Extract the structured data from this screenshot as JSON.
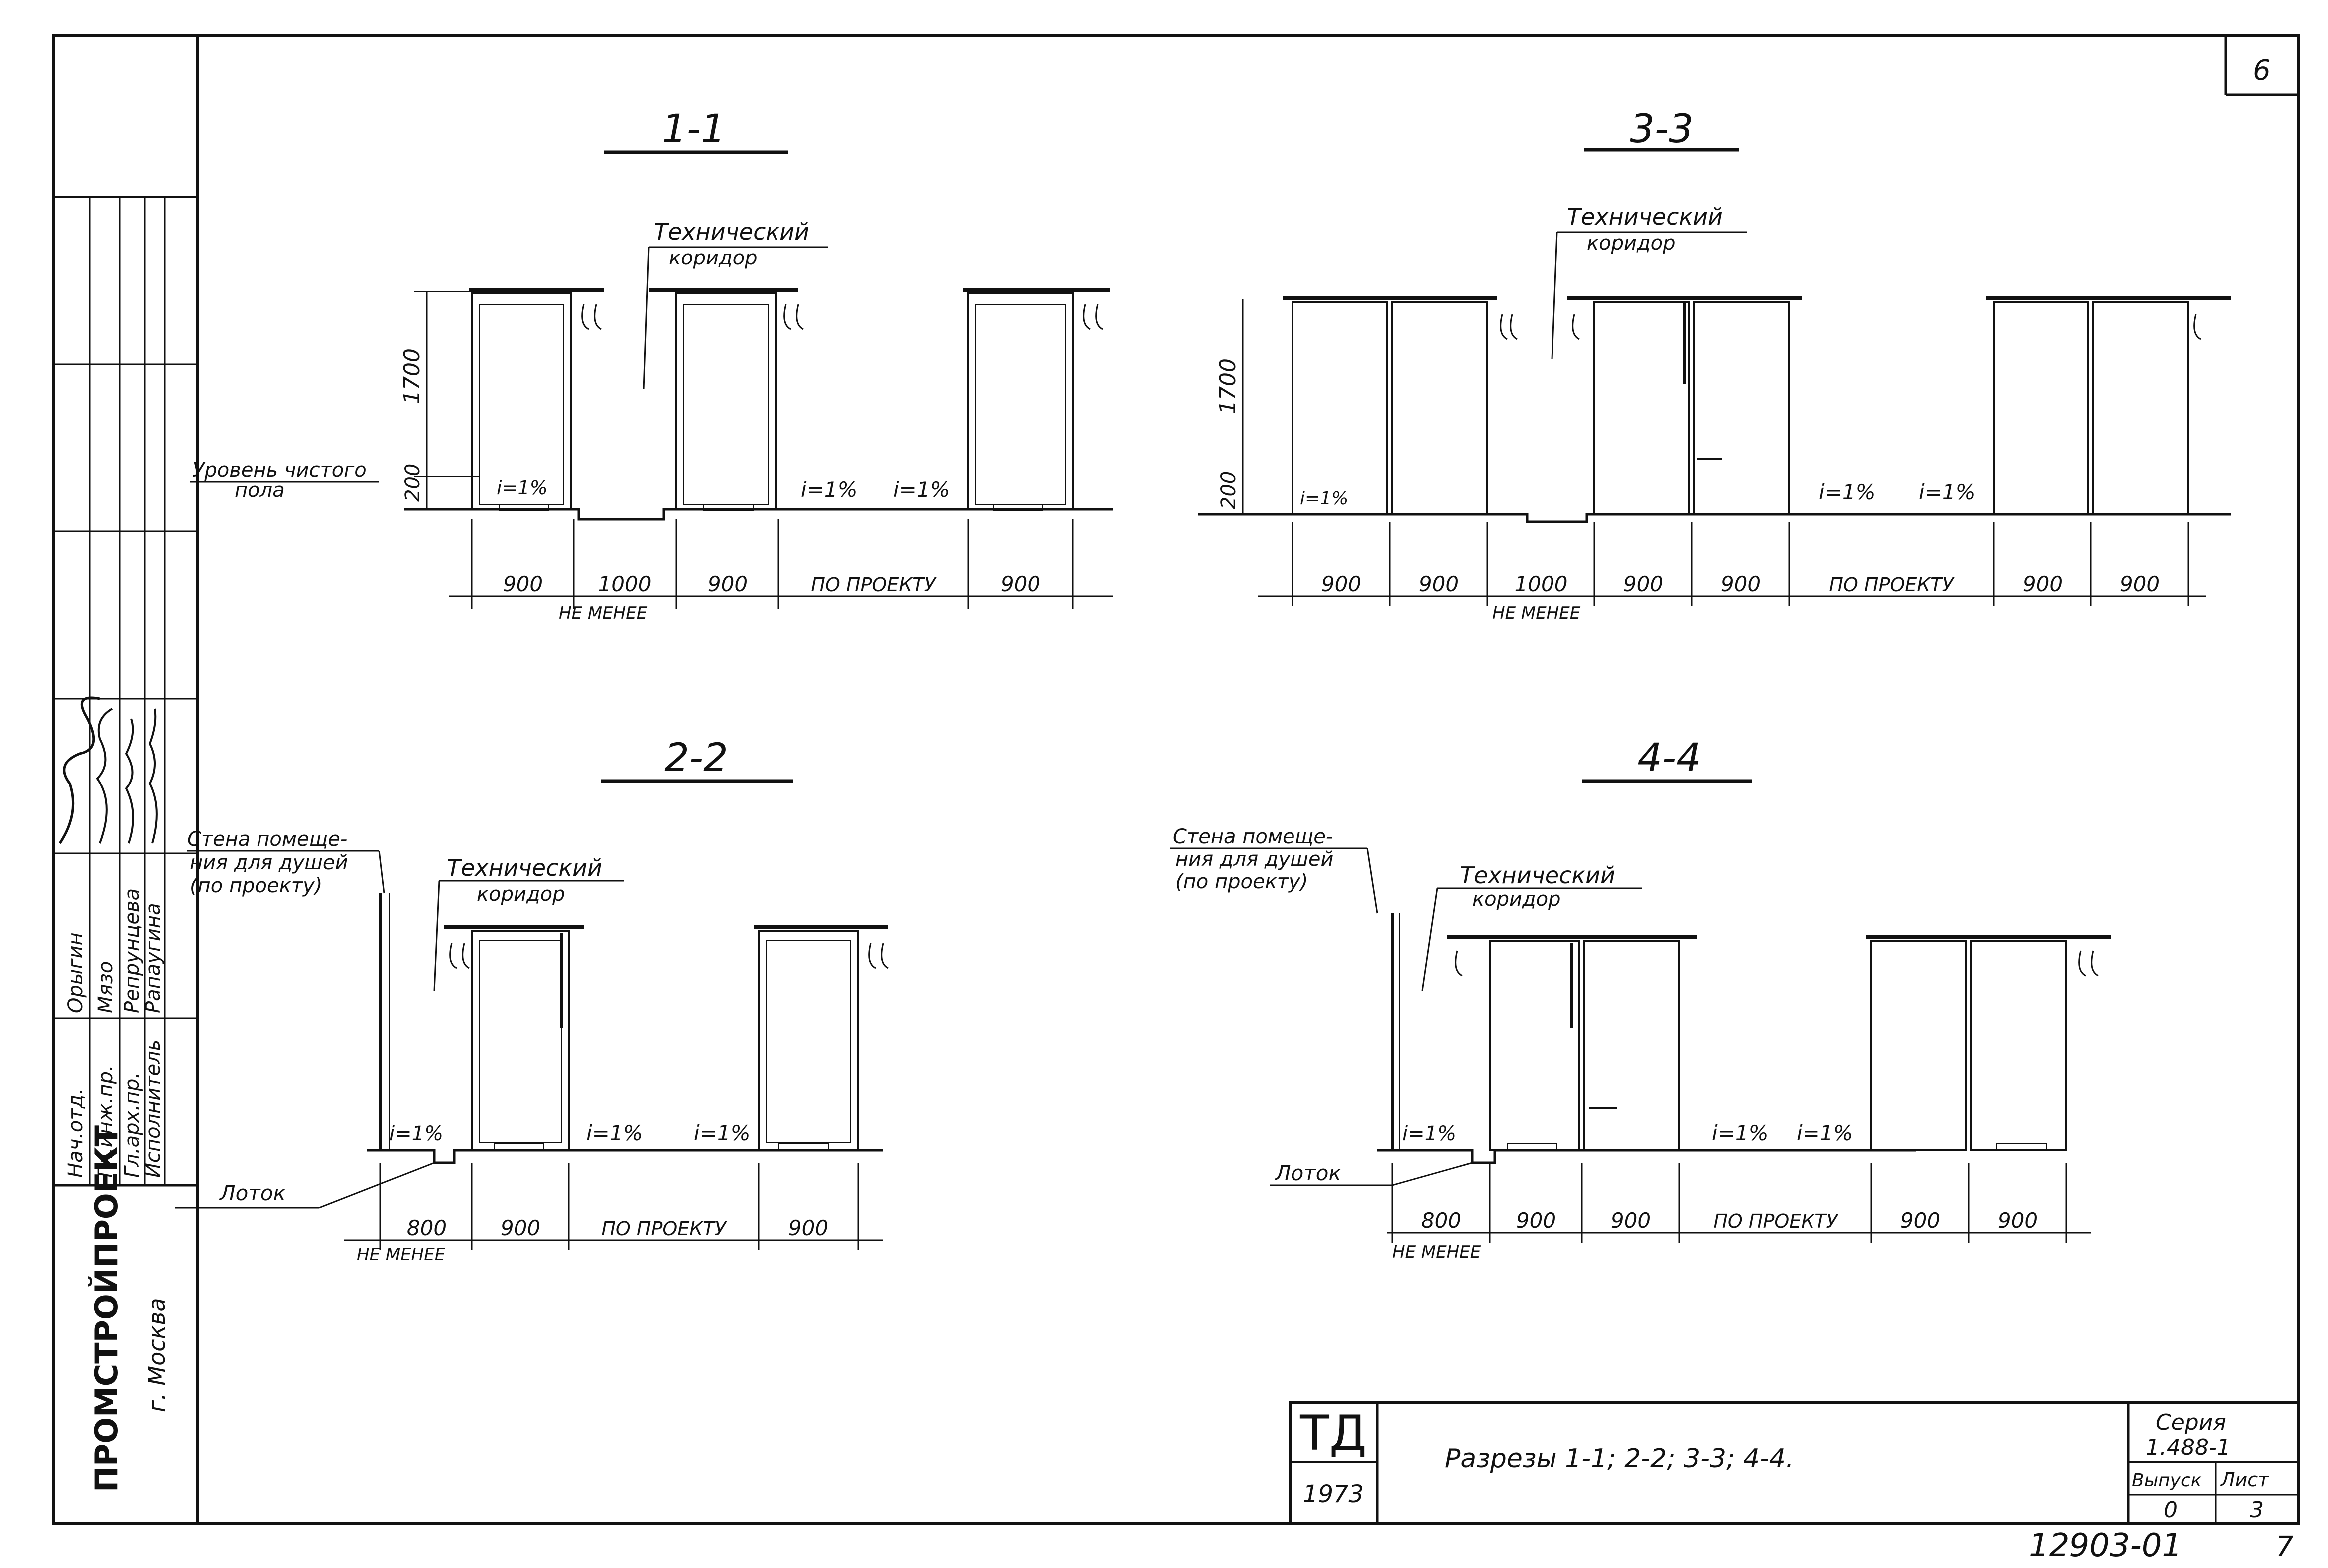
{
  "sheet_number": "6",
  "sections": {
    "s11": {
      "title": "1-1",
      "corridor": [
        "Технический",
        "коридор"
      ],
      "floor_label": [
        "Уровень чистого",
        "пола"
      ],
      "heights": [
        "1700",
        "200"
      ],
      "slopes": [
        "i=1%",
        "i=1%",
        "i=1%"
      ],
      "dims": [
        "900",
        "1000",
        "900",
        "ПО ПРОЕКТУ",
        "900"
      ],
      "not_less": "НЕ МЕНЕЕ"
    },
    "s33": {
      "title": "3-3",
      "corridor": [
        "Технический",
        "коридор"
      ],
      "heights": [
        "1700",
        "200"
      ],
      "slopes": [
        "i=1%",
        "i=1%",
        "i=1%"
      ],
      "dims": [
        "900",
        "900",
        "1000",
        "900",
        "900",
        "ПО ПРОЕКТУ",
        "900",
        "900"
      ],
      "not_less": "НЕ МЕНЕЕ"
    },
    "s22": {
      "title": "2-2",
      "wall_label": [
        "Стена помеще-",
        "ния для душей",
        "(по проекту)"
      ],
      "corridor": [
        "Технический",
        "коридор"
      ],
      "tray": "Лоток",
      "slopes": [
        "i=1%",
        "i=1%",
        "i=1%"
      ],
      "dims": [
        "800",
        "900",
        "ПО ПРОЕКТУ",
        "900"
      ],
      "not_less": "НЕ МЕНЕЕ"
    },
    "s44": {
      "title": "4-4",
      "wall_label": [
        "Стена помеще-",
        "ния для душей",
        "(по проекту)"
      ],
      "corridor": [
        "Технический",
        "коридор"
      ],
      "tray": "Лоток",
      "slopes": [
        "i=1%",
        "i=1%",
        "i=1%"
      ],
      "dims": [
        "800",
        "900",
        "900",
        "ПО ПРОЕКТУ",
        "900",
        "900"
      ],
      "not_less": "НЕ МЕНЕЕ"
    }
  },
  "side_stamp": {
    "org": "ПРОМСТРОЙПРОЕКТ",
    "city": "г. Москва",
    "roles": [
      "Нач.отд.",
      "Гл.инж.пр.",
      "Гл.арх.пр.",
      "Исполнитель"
    ],
    "names": [
      "Орыгин",
      "Мязо",
      "Репрунцева",
      "Рапаугина"
    ],
    "signatures": [
      "Фрыгин",
      "Мязо",
      "Репрунцева",
      "Вращину"
    ]
  },
  "title_block": {
    "logo": "ТД",
    "year": "1973",
    "title": "Разрезы 1-1; 2-2; 3-3; 4-4.",
    "series_label": "Серия",
    "series_value": "1.488-1",
    "issue_label": "Выпуск",
    "issue_value": "0",
    "sheet_label": "Лист",
    "sheet_value": "3"
  },
  "footer": {
    "code": "12903-01",
    "page": "7"
  }
}
